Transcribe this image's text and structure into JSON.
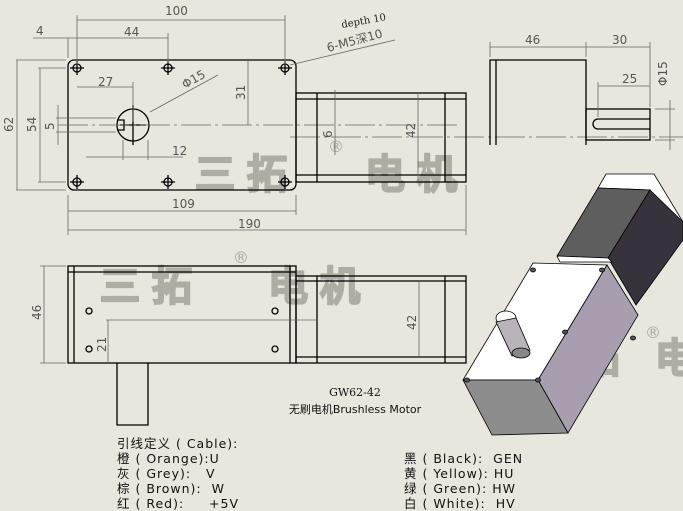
{
  "title": {
    "model": "GW62-42",
    "subtitle": "无刷电机Brushless Motor"
  },
  "top_view_dims": {
    "d100": "100",
    "d4": "4",
    "d44": "44",
    "d62": "62",
    "d54": "54",
    "d5": "5",
    "d27": "27",
    "phi15": "Φ15",
    "d31": "31",
    "d12": "12",
    "d6": "6",
    "d42": "42",
    "d109": "109",
    "d190": "190",
    "depth": "depth 10",
    "thread": "6-M5深10"
  },
  "end_view_dims": {
    "d46": "46",
    "d30": "30",
    "d25": "25",
    "phi15": "Φ15"
  },
  "side_view_dims": {
    "d46": "46",
    "d21": "21",
    "d42": "42"
  },
  "watermark": {
    "text1": "三拓",
    "text2": "电机",
    "reg": "®"
  },
  "cable": {
    "heading": "引线定义 ( Cable):",
    "left": [
      "橙 ( Orange):U",
      "灰 ( Grey):   V",
      "棕 ( Brown):  W",
      "红 ( Red):     +5V"
    ],
    "right": [
      "黑 ( Black):  GEN",
      "黄 ( Yellow): HU",
      "绿 ( Green): HW",
      "白 ( White):  HV"
    ]
  }
}
